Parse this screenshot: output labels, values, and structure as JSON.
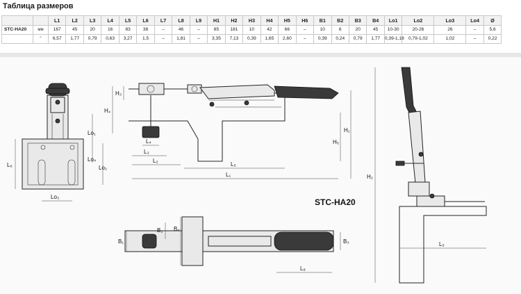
{
  "title": "Таблица размеров",
  "table": {
    "columns": [
      "",
      "",
      "L1",
      "L2",
      "L3",
      "L4",
      "L5",
      "L6",
      "L7",
      "L8",
      "L9",
      "H1",
      "H2",
      "H3",
      "H4",
      "H5",
      "H6",
      "B1",
      "B2",
      "B3",
      "B4",
      "Lo1",
      "Lo2",
      "Lo3",
      "Lo4",
      "Ø"
    ],
    "rows": [
      [
        "STC-HA20",
        "мм",
        "167",
        "45",
        "20",
        "16",
        "83",
        "38",
        "–",
        "46",
        "–",
        "85",
        "181",
        "10",
        "42",
        "66",
        "–",
        "10",
        "6",
        "20",
        "45",
        "10-30",
        "20-26",
        "26",
        "–",
        "5,6"
      ],
      [
        "",
        "\"",
        "6,57",
        "1,77",
        "0,79",
        "0,63",
        "3,27",
        "1,5",
        "–",
        "1,81",
        "–",
        "3,35",
        "7,13",
        "0,39",
        "1,65",
        "2,60",
        "–",
        "0,39",
        "0,24",
        "0,79",
        "1,77",
        "0,39-1,18",
        "0,79-1,02",
        "1,02",
        "–",
        "0,22"
      ]
    ]
  },
  "drawing": {
    "model": "STC-HA20",
    "labels": {
      "H3": "H₃",
      "H4": "H₄",
      "L4": "L₄",
      "L3": "L₃",
      "L2": "L₂",
      "L5": "L₅",
      "L1": "L₁",
      "H5": "H₅",
      "H1": "H₁",
      "H2": "H₂",
      "Lo1": "Lo₁",
      "Lo4": "Lo₄",
      "Lo2": "Lo₂",
      "Lo3": "Lo₃",
      "L6": "L₆",
      "B1": "B₁",
      "B2": "B₂",
      "B4": "B₄",
      "B3": "B₃",
      "L8": "L₈",
      "L5b": "L₅"
    }
  }
}
